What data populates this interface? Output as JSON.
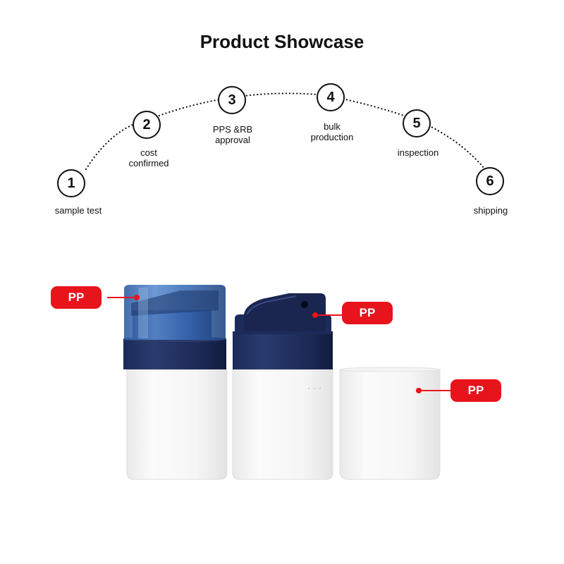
{
  "title": "Product Showcase",
  "steps": [
    {
      "number": "1",
      "label": "sample test"
    },
    {
      "number": "2",
      "label": "cost\nconfirmed"
    },
    {
      "number": "3",
      "label": "PPS &RB\napproval"
    },
    {
      "number": "4",
      "label": "bulk\nproduction"
    },
    {
      "number": "5",
      "label": "inspection"
    },
    {
      "number": "6",
      "label": "shipping"
    }
  ],
  "materials": {
    "cap_left": "PP",
    "pump_middle": "PP",
    "cap_right": "PP"
  },
  "colors": {
    "badge": "#e8141b",
    "pump_navy": "#16244e",
    "cap_blue": "#2f62a6",
    "bottle_white": "#f7f7f7"
  }
}
